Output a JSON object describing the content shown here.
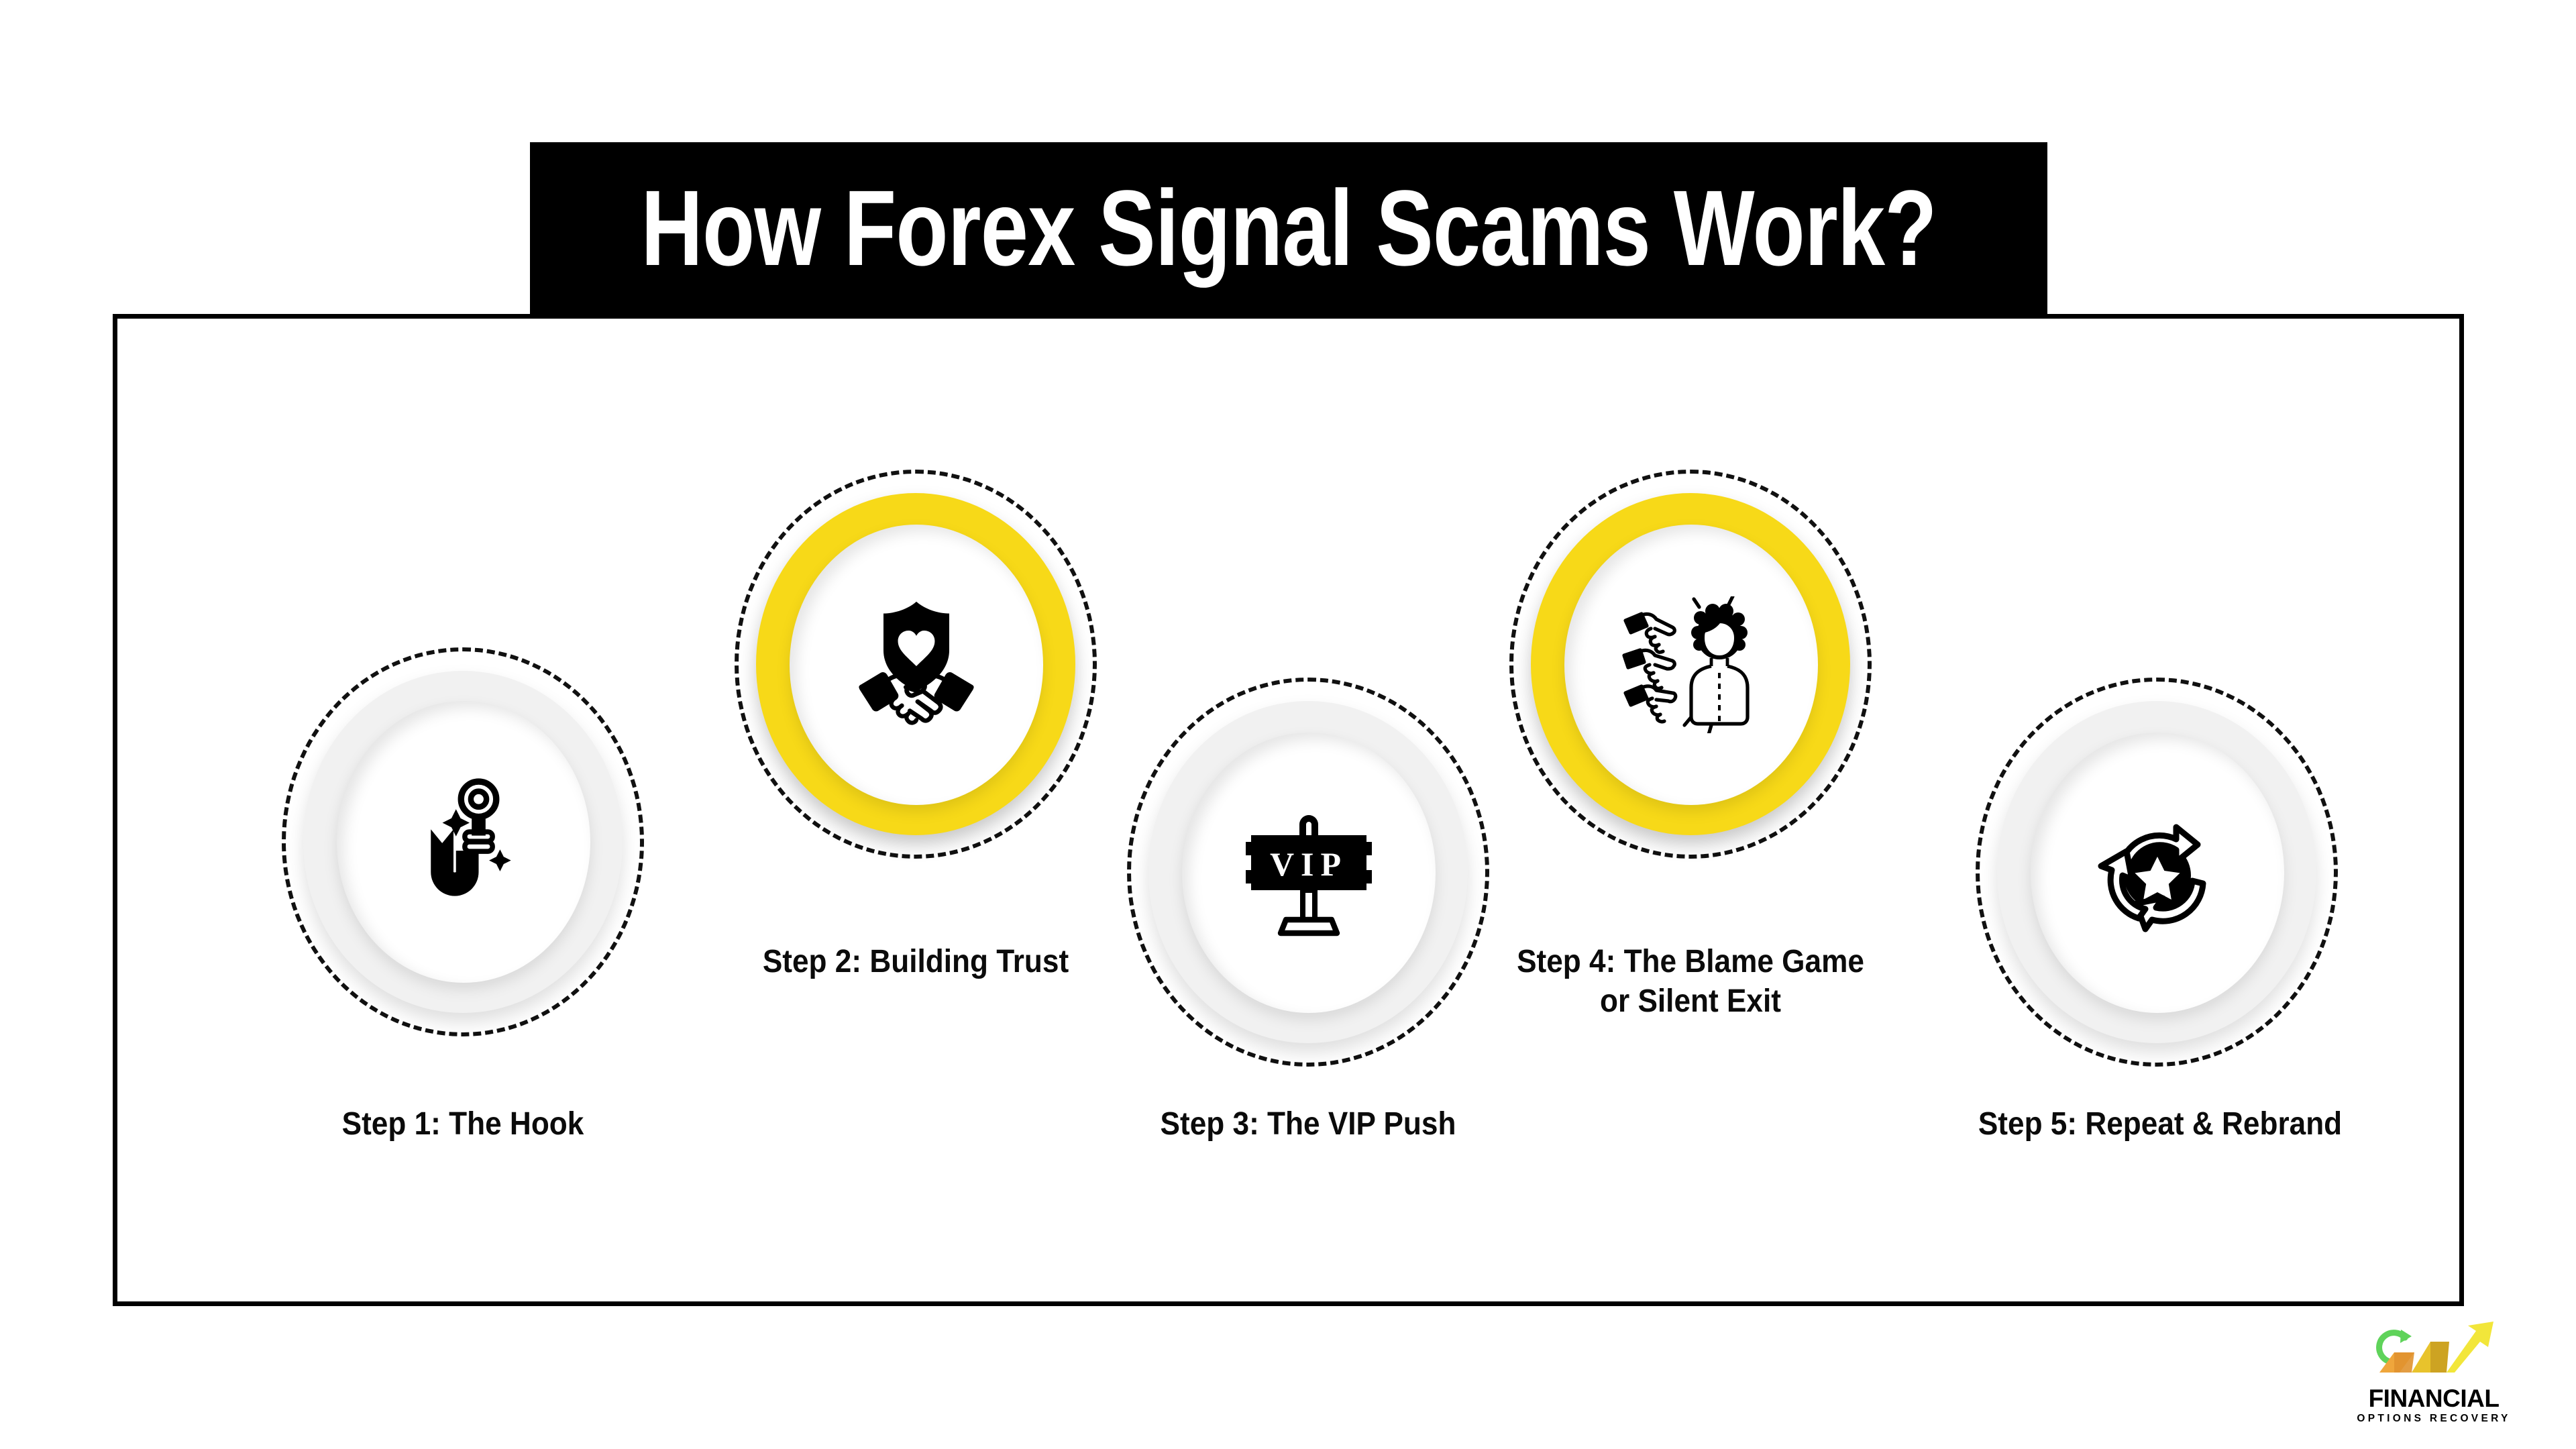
{
  "header": {
    "title": "How Forex Signal Scams Work?",
    "banner_color": "#000000",
    "title_color": "#ffffff"
  },
  "theme": {
    "accent_yellow": "#f7d918",
    "neutral_gray": "#f1f1f1",
    "ink": "#000000",
    "background": "#ffffff"
  },
  "steps": [
    {
      "index": "1",
      "label": "Step 1: The Hook",
      "icon": "fish-hook-icon",
      "highlight": "false",
      "ring_color": "#f1f1f1"
    },
    {
      "index": "2",
      "label": "Step 2: Building Trust",
      "icon": "handshake-shield-heart-icon",
      "highlight": "true",
      "ring_color": "#f7d918"
    },
    {
      "index": "3",
      "label": "Step 3: The VIP Push",
      "icon": "vip-signboard-icon",
      "highlight": "false",
      "ring_color": "#f1f1f1"
    },
    {
      "index": "4",
      "label": "Step 4: The Blame Game\nor Silent Exit",
      "icon": "pointing-fingers-blame-icon",
      "highlight": "true",
      "ring_color": "#f7d918"
    },
    {
      "index": "5",
      "label": "Step 5: Repeat & Rebrand",
      "icon": "recycle-star-refresh-icon",
      "highlight": "false",
      "ring_color": "#f1f1f1"
    }
  ],
  "logo": {
    "wordmark": "FINANCIAL",
    "tagline": "OPTIONS RECOVERY",
    "mark": "growth-arrow-chart-icon",
    "arrow_yellow": "#f2e63a",
    "arrow_gold": "#e8c32c",
    "arrow_orange": "#efa63c",
    "arrow_green": "#5fd35a"
  }
}
